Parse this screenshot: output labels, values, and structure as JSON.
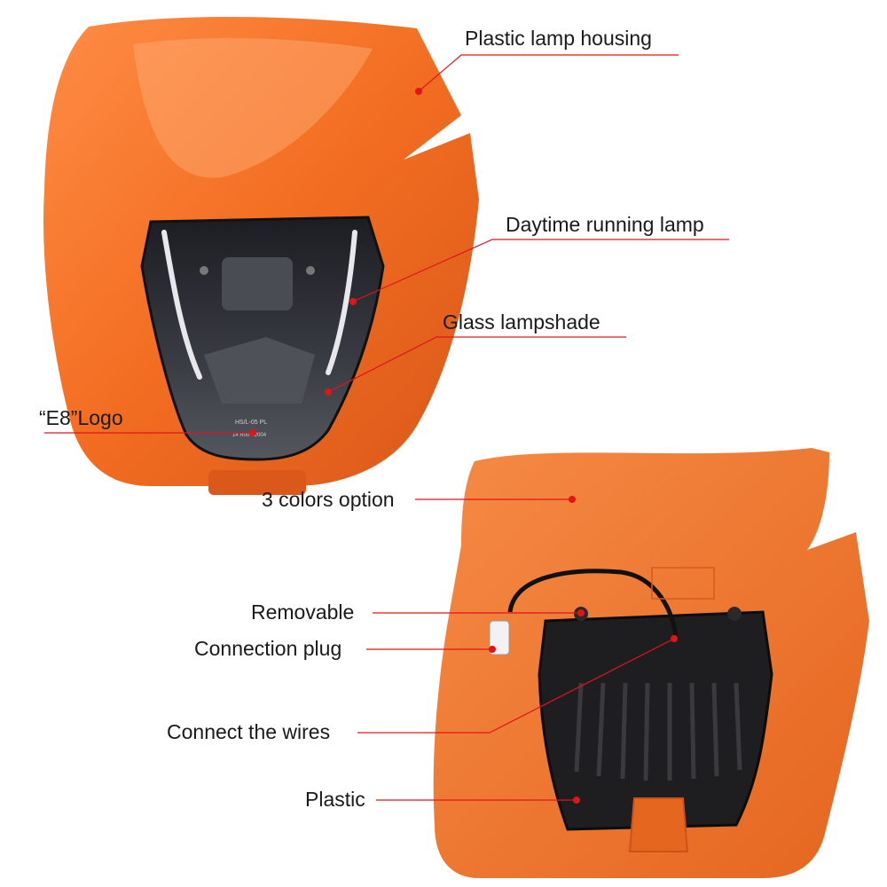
{
  "labels": {
    "housing": "Plastic lamp housing",
    "drl": "Daytime running lamp",
    "glass": "Glass lampshade",
    "logo": "“E8”Logo",
    "colors": "3 colors option",
    "removable": "Removable",
    "plug": "Connection plug",
    "wires": "Connect the wires",
    "plastic": "Plastic"
  },
  "colors": {
    "shell": "#f26d21",
    "shell_dark": "#d9581a",
    "shell_light": "#ff9a55",
    "lens": "#2b2d33",
    "heatsink": "#1e1e20",
    "pointer": "#e0141b"
  }
}
